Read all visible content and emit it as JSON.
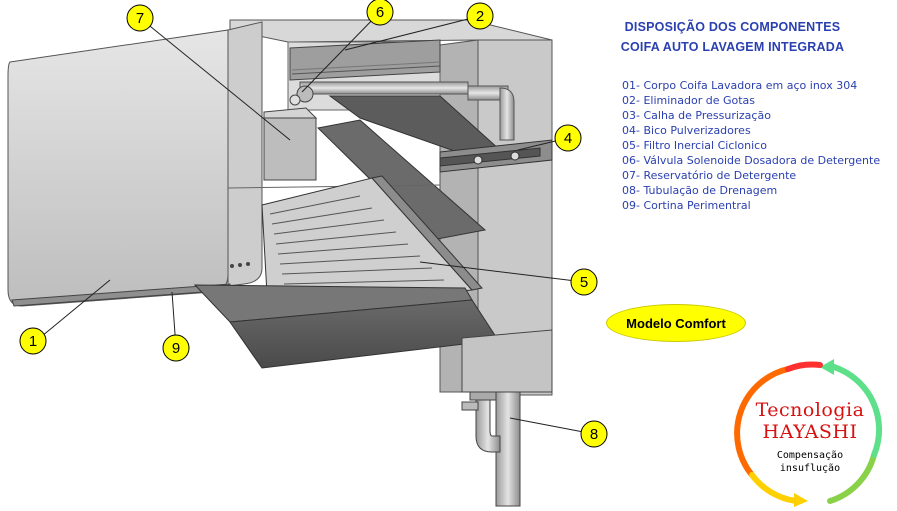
{
  "title": {
    "line1": "DISPOSIÇÃO DOS COMPONENTES",
    "line2": "COIFA AUTO LAVAGEM INTEGRADA"
  },
  "legend": [
    "01- Corpo Coifa Lavadora em aço inox 304",
    "02- Eliminador de Gotas",
    "03- Calha de Pressurização",
    "04- Bico Pulverizadores",
    "05- Filtro Inercial Ciclonico",
    "06- Válvula Solenoide Dosadora de Detergente",
    "07- Reservatório de Detergente",
    "08- Tubulação de Drenagem",
    "09- Cortina Perimentral"
  ],
  "callouts": [
    "1",
    "2",
    "4",
    "5",
    "6",
    "7",
    "8",
    "9"
  ],
  "model_badge": "Modelo Comfort",
  "brand": {
    "line1": "Tecnologia",
    "line2": "HAYASHI",
    "line3": "Compensação",
    "line4": "insuflução"
  },
  "colors": {
    "legend_text": "#2a3fb0",
    "callout_fill": "#ffff00",
    "badge_fill": "#ffff00",
    "brand_text": "#d81010",
    "metal_light": "#d4d4d4",
    "metal_mid": "#a8a8a8",
    "metal_dark": "#575757"
  }
}
